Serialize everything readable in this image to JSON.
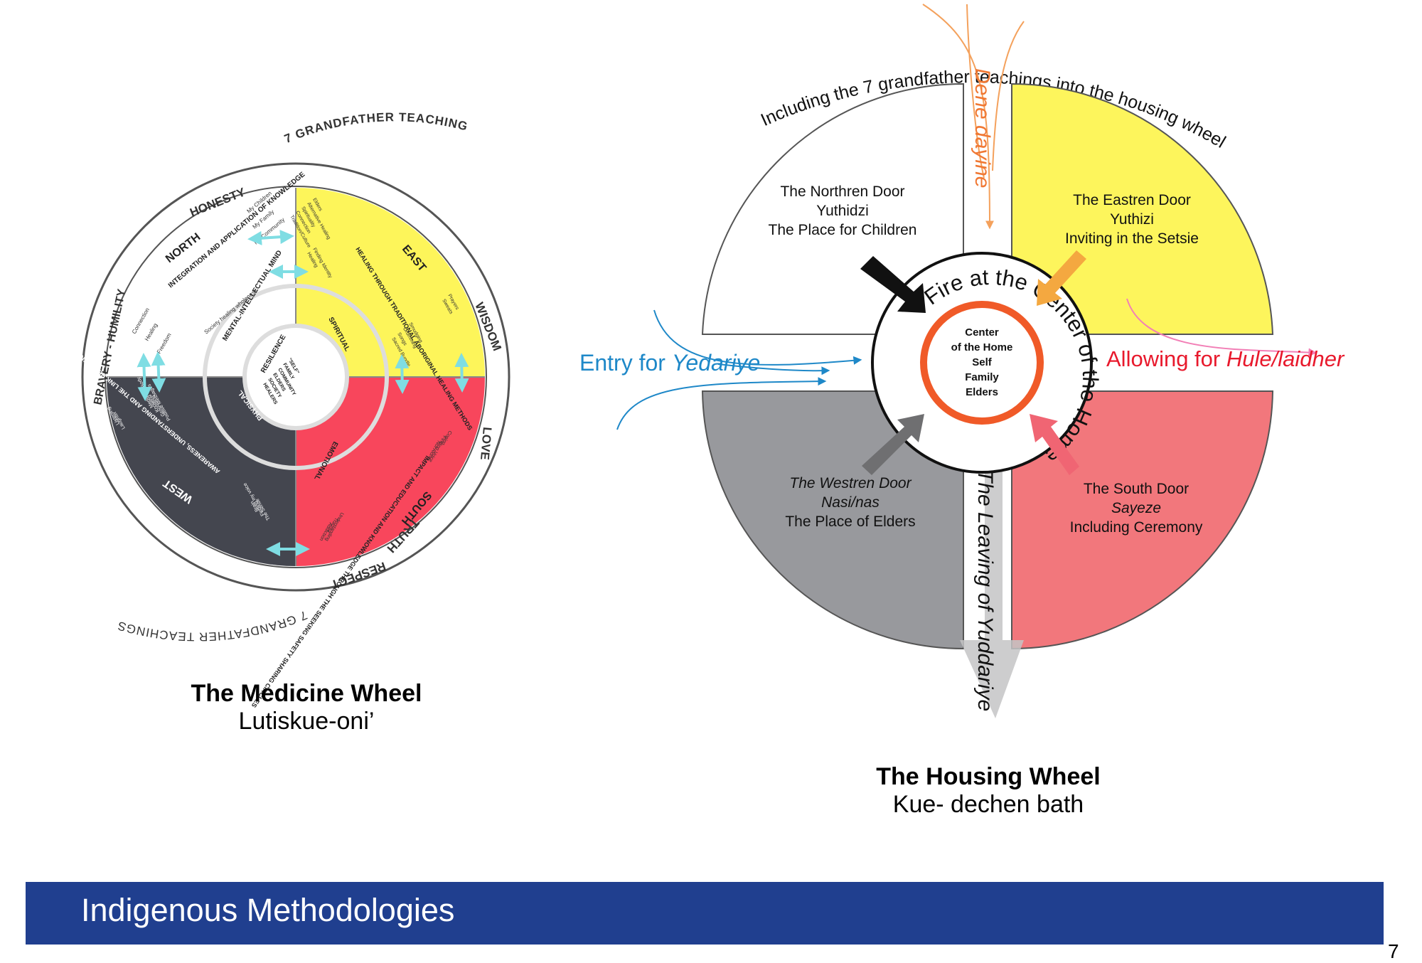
{
  "medicine_wheel": {
    "title": "The Medicine Wheel",
    "subtitle": "Lutiskue-oni’",
    "outer_ring": {
      "top_label": "7 GRANDFATHER TEACHINGS",
      "bottom_label": "7 GRANDFATHER TEACHINGS",
      "teachings": [
        "HONESTY",
        "BRAVERY - HUMILITY",
        "WISDOM",
        "LOVE",
        "TRUTH",
        "RESPECT"
      ]
    },
    "quadrants": {
      "north": {
        "direction": "NORTH",
        "heading": "INTEGRATION AND APPLICATION OF KNOWLEDGE",
        "items": [
          "My Children",
          "My Family",
          "My Community",
          "Society healing wholeness",
          "Connection",
          "Healing",
          "Freedom"
        ],
        "aspect": "MENTAL-INTELLECTUAL MIND",
        "color": "#ffffff"
      },
      "east": {
        "direction": "EAST",
        "heading": "HEALING THROUGH TRADITIONAL ABORIGINAL HEALING METHODS",
        "items": [
          "Elders",
          "Alternative Healing",
          "Spirituality",
          "Connection",
          "Tradition/Culture",
          "Finding Identity",
          "Healing",
          "Prayers",
          "Sweats",
          "Smudging",
          "Drumming",
          "Songs",
          "Sacred Bundle"
        ],
        "aspect": "SPIRITUAL",
        "color": "#fdf55a"
      },
      "south": {
        "direction": "SOUTH",
        "heading": "IMPACT AND EDUCATION AND KNOWLEDGE THROUGH THE SEEKING SAFETY SHARING CIRCLES",
        "items": [
          "Coping",
          "Finding Voice",
          "Not Alone",
          "Understanding",
          "Trauma",
          "Addiction"
        ],
        "aspect": "EMOTIONAL",
        "color": "#f8465c"
      },
      "west": {
        "direction": "WEST",
        "heading": "AWARENESS, UNDERSTANDING AND THE LINK BETWEEN TRAUMA, SUBSTANCE USE AND THE IMPACT OF COLONIZATION",
        "items": [
          "Laughter",
          "Listening",
          "Positive Messages",
          "Grounding",
          "Knowing my Body",
          "Meditation",
          "The Sense",
          "Finding my voice",
          "Brain"
        ],
        "aspect": "PHYSICAL",
        "color": "#44464f"
      }
    },
    "resilience": "RESILIENCE",
    "center": [
      "\"SELF\"",
      "FAMILY",
      "COMMUNITY",
      "ELDERS",
      "SOCIETY",
      "HEALERS"
    ]
  },
  "housing_wheel": {
    "title": "The Housing Wheel",
    "subtitle": "Kue- dechen bath",
    "arc_title": "Including the 7 grandfather teachings into the housing wheel",
    "north_door": [
      "The Northren Door",
      "Yuthidzi",
      "The Place for Children"
    ],
    "east_door": [
      "The Eastren Door",
      "Yuthizi",
      "Inviting in the Setsie"
    ],
    "west_door": [
      "The Westren Door",
      "Nasi/nas",
      "The Place of Elders"
    ],
    "south_door": [
      "The South Door",
      "Sayeze",
      "Including Ceremony"
    ],
    "center_arc_text": "Fire at the Center of the Home",
    "center_lines": [
      "Center",
      "of the Home",
      "Self",
      "Family",
      "Elders"
    ],
    "entry_prefix": "Entry for ",
    "entry_name": "Yedariye",
    "allowing_prefix": "Allowing for ",
    "allowing_name": "Hule/laidher",
    "top_vertical": "Dene dayine",
    "bottom_vertical": "The Leaving of Yuddariye",
    "colors": {
      "north": "#ffffff",
      "east": "#fdf55c",
      "west": "#98999d",
      "south": "#f2777c",
      "fire": "#f05a28",
      "entry": "#1e88c8",
      "allowing": "#e8192c",
      "dene": "#f07833"
    }
  },
  "footer": {
    "text": "Indigenous Methodologies",
    "page_number": "7"
  }
}
